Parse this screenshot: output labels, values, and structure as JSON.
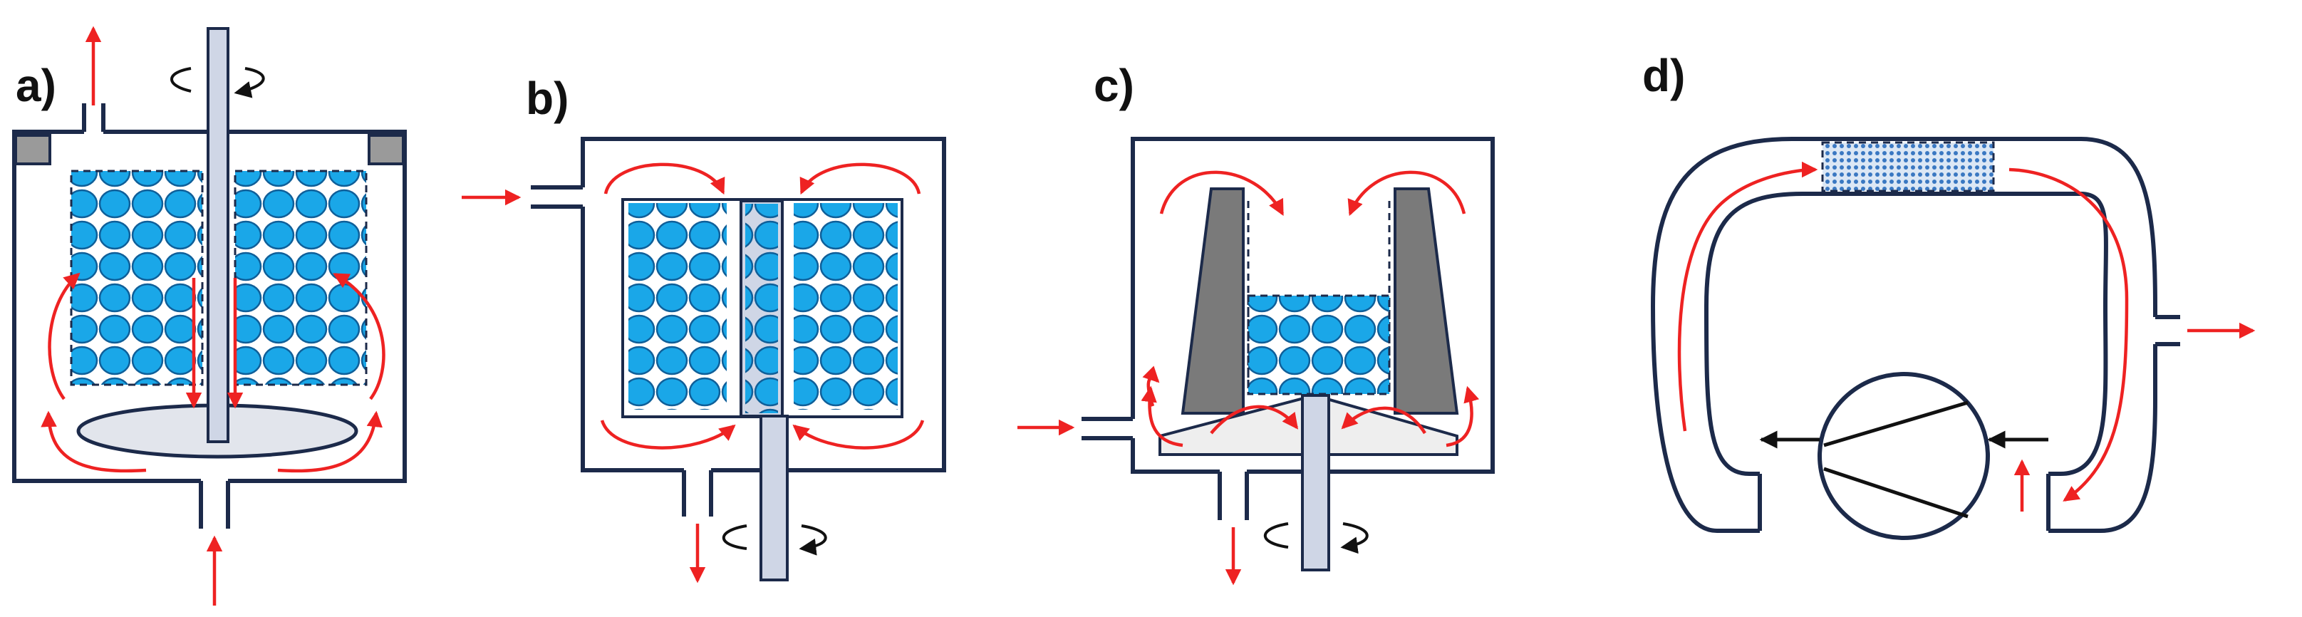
{
  "panels": {
    "a": {
      "label": "a)"
    },
    "b": {
      "label": "b)"
    },
    "c": {
      "label": "c)"
    },
    "d": {
      "label": "d)"
    }
  },
  "colors": {
    "outline": "#1c2a4a",
    "particle": "#1aa7e8",
    "particle_edge": "#0f5f99",
    "flow_arrow": "#ee2222",
    "shaft": "#cfd6e6",
    "impeller": "#e2e5ec",
    "baffle": "#7a7a7a",
    "gasket": "#9a9a9a",
    "packed_bed": "#8ab4df"
  },
  "icons": {
    "rotation": "rotation-arrow-icon",
    "pump": "pump-symbol-icon",
    "flow": "flow-arrow-icon"
  }
}
